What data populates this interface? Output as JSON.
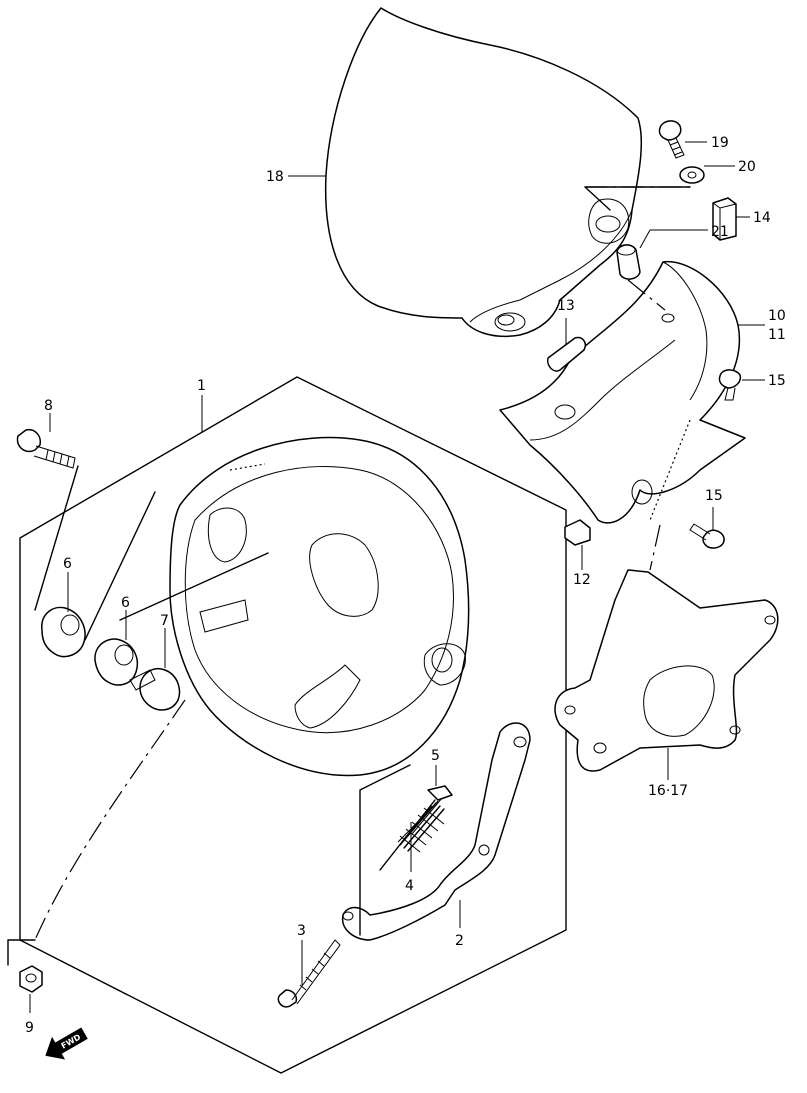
{
  "callouts": [
    {
      "id": "1",
      "label": "1"
    },
    {
      "id": "2",
      "label": "2"
    },
    {
      "id": "3",
      "label": "3"
    },
    {
      "id": "4",
      "label": "4"
    },
    {
      "id": "5",
      "label": "5"
    },
    {
      "id": "6a",
      "label": "6"
    },
    {
      "id": "6b",
      "label": "6"
    },
    {
      "id": "7",
      "label": "7"
    },
    {
      "id": "8",
      "label": "8"
    },
    {
      "id": "9",
      "label": "9"
    },
    {
      "id": "10",
      "label": "10"
    },
    {
      "id": "11",
      "label": "11"
    },
    {
      "id": "12",
      "label": "12"
    },
    {
      "id": "13",
      "label": "13"
    },
    {
      "id": "14",
      "label": "14"
    },
    {
      "id": "15a",
      "label": "15"
    },
    {
      "id": "15b",
      "label": "15"
    },
    {
      "id": "1617",
      "label": "16·17"
    },
    {
      "id": "18",
      "label": "18"
    },
    {
      "id": "19",
      "label": "19"
    },
    {
      "id": "20",
      "label": "20"
    },
    {
      "id": "21",
      "label": "21"
    }
  ],
  "fwd_badge": {
    "text": "FWD",
    "icon": "forward-arrow-icon"
  }
}
